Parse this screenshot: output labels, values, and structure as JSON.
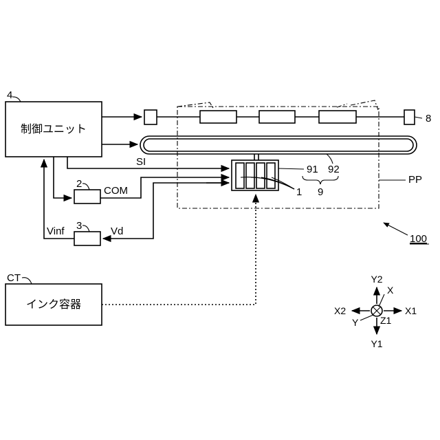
{
  "labels": {
    "control_unit": "制御ユニット",
    "control_ref": "4",
    "ink_container": "インク容器",
    "ink_ref": "CT",
    "signal_si": "SI",
    "signal_com": "COM",
    "signal_vinf": "Vinf",
    "signal_vd": "Vd",
    "ref_2": "2",
    "ref_3": "3",
    "ref_8": "8",
    "ref_91": "91",
    "ref_92": "92",
    "ref_9": "9",
    "ref_1": "1",
    "ref_pp": "PP",
    "ref_100": "100"
  },
  "axes": {
    "y2": "Y2",
    "y1": "Y1",
    "x1": "X1",
    "x2": "X2",
    "x": "X",
    "y": "Y",
    "z1": "Z1"
  }
}
